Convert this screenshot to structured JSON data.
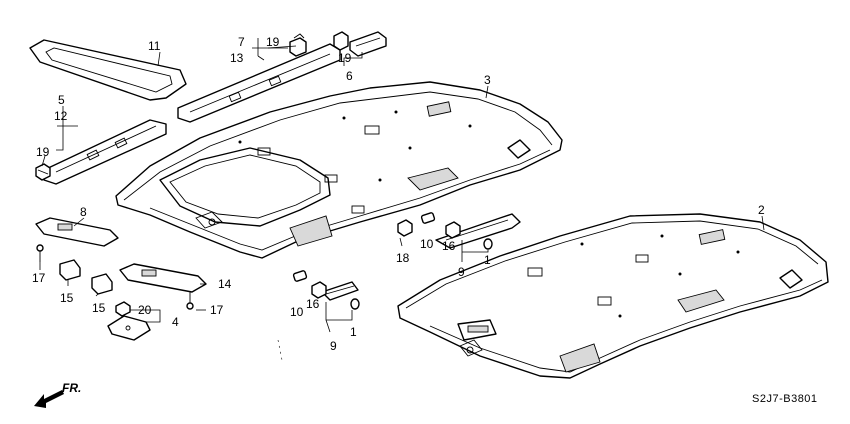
{
  "diagram": {
    "code": "S2J7-B3801",
    "direction": "FR.",
    "callouts": {
      "c1a": "1",
      "c1b": "1",
      "c2": "2",
      "c3": "3",
      "c4": "4",
      "c5": "5",
      "c6": "6",
      "c7": "7",
      "c8": "8",
      "c9a": "9",
      "c9b": "9",
      "c10a": "10",
      "c10b": "10",
      "c11": "11",
      "c12": "12",
      "c13": "13",
      "c14": "14",
      "c15a": "15",
      "c15b": "15",
      "c16a": "16",
      "c16b": "16",
      "c17a": "17",
      "c17b": "17",
      "c18": "18",
      "c19a": "19",
      "c19b": "19",
      "c19c": "19",
      "c20": "20"
    }
  }
}
